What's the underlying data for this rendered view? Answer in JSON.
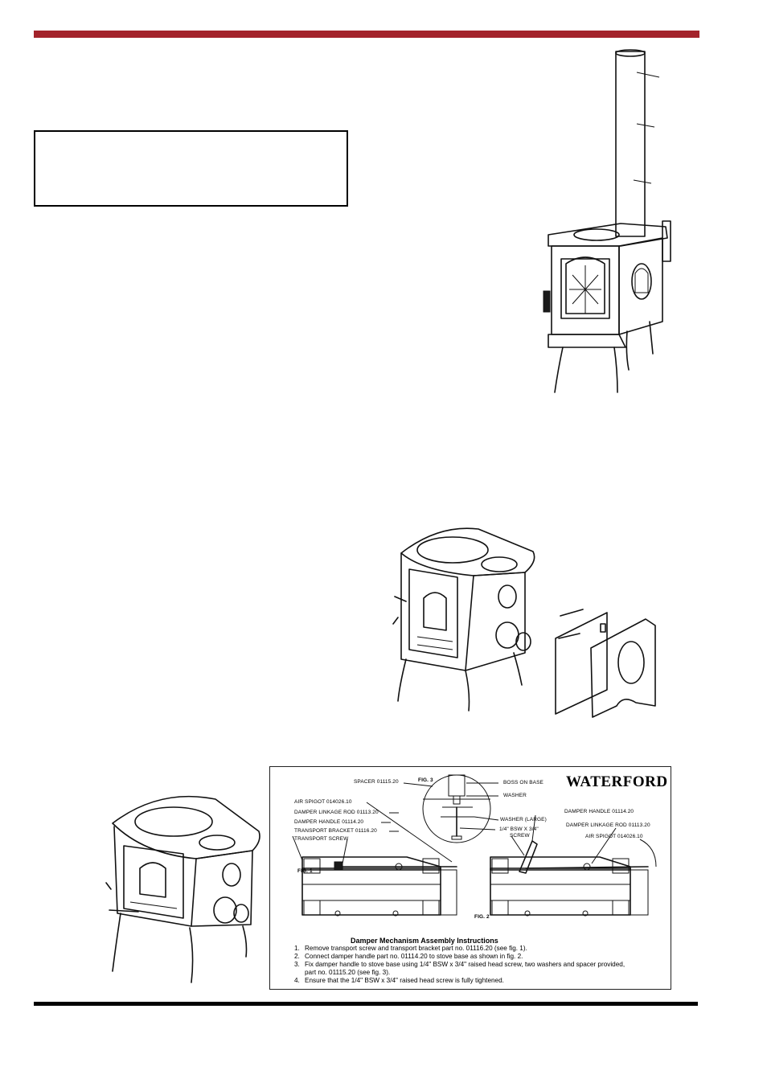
{
  "colors": {
    "top_rule": "#a3232b",
    "bottom_rule": "#000000"
  },
  "panel": {
    "brand": "WATERFORD",
    "fig1_label": "FIG. 1",
    "fig2_label": "FIG. 2",
    "fig3_label": "FIG. 3",
    "callouts_left": [
      "SPACER 01115.20",
      "AIR SPIGOT 014026.10",
      "DAMPER LINKAGE ROD 01113.20",
      "DAMPER HANDLE 01114.20",
      "TRANSPORT BRACKET 01116.20",
      "TRANSPORT SCREW"
    ],
    "callouts_fig3": [
      "BOSS ON BASE",
      "WASHER",
      "WASHER (LARGE)",
      "1/4\" BSW X 3/4\"",
      "SCREW"
    ],
    "callouts_right": [
      "DAMPER HANDLE 01114.20",
      "DAMPER LINKAGE ROD 01113.20",
      "AIR SPIGOT 014026.10"
    ],
    "instructions_title": "Damper Mechanism Assembly Instructions",
    "instructions": [
      {
        "num": "1.",
        "text": "Remove transport screw and transport bracket part no. 01116.20 (see fig. 1)."
      },
      {
        "num": "2.",
        "text": "Connect damper handle part no. 01114.20 to stove base as shown in fig. 2."
      },
      {
        "num": "3.",
        "text": "Fix damper handle to stove base using 1/4\" BSW x 3/4\" raised head screw, two washers and spacer provided,"
      },
      {
        "num": "",
        "text": "part no. 01115.20 (see fig. 3)."
      },
      {
        "num": "4.",
        "text": "Ensure that the 1/4\" BSW x 3/4\" raised head screw is fully tightened."
      }
    ]
  }
}
